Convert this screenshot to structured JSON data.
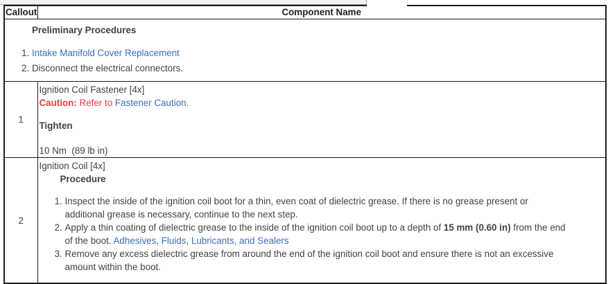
{
  "colors": {
    "link_blue": "#3b6cb4",
    "caution_red": "#ee3b3b",
    "body_text": "#3f4245",
    "border": "#1c1c1c",
    "scrollbar_grey": "#f1f1f1"
  },
  "header": {
    "callout": "Callout",
    "component_name": "Component Name"
  },
  "preliminary": {
    "title": "Preliminary Procedures",
    "steps": [
      {
        "parts": [
          {
            "t": "link",
            "v": "Intake Manifold Cover Replacement"
          }
        ]
      },
      {
        "parts": [
          {
            "t": "text",
            "v": "Disconnect the electrical connectors."
          }
        ]
      }
    ]
  },
  "callouts": [
    {
      "number": "1",
      "component": "Ignition Coil Fastener [4x]",
      "caution": {
        "label": "Caution:",
        "before_link": " Refer to ",
        "link": "Fastener Caution",
        "after_link": "."
      },
      "tighten_label": "Tighten",
      "torque_spec": "10 Nm  (89 lb in)"
    },
    {
      "number": "2",
      "component": "Ignition Coil [4x]",
      "procedure_label": "Procedure",
      "steps": [
        {
          "parts": [
            {
              "t": "text",
              "v": "Inspect the inside of the ignition coil boot for a thin, even coat of dielectric grease. If there is no grease present or"
            },
            {
              "t": "br"
            },
            {
              "t": "text",
              "v": "additional grease is necessary, continue to the next step."
            }
          ]
        },
        {
          "parts": [
            {
              "t": "text",
              "v": "Apply a thin coating of dielectric grease to the inside of the ignition coil boot up to a depth of "
            },
            {
              "t": "bold",
              "v": "15 mm (0.60 in)"
            },
            {
              "t": "text",
              "v": " from the end"
            },
            {
              "t": "br"
            },
            {
              "t": "text",
              "v": "of the boot. "
            },
            {
              "t": "link",
              "v": "Adhesives, Fluids, Lubricants, and Sealers"
            }
          ]
        },
        {
          "parts": [
            {
              "t": "text",
              "v": "Remove any excess dielectric grease from around the end of the ignition coil boot and ensure there is not an excessive"
            },
            {
              "t": "br"
            },
            {
              "t": "text",
              "v": "amount within the boot."
            }
          ]
        }
      ]
    }
  ]
}
